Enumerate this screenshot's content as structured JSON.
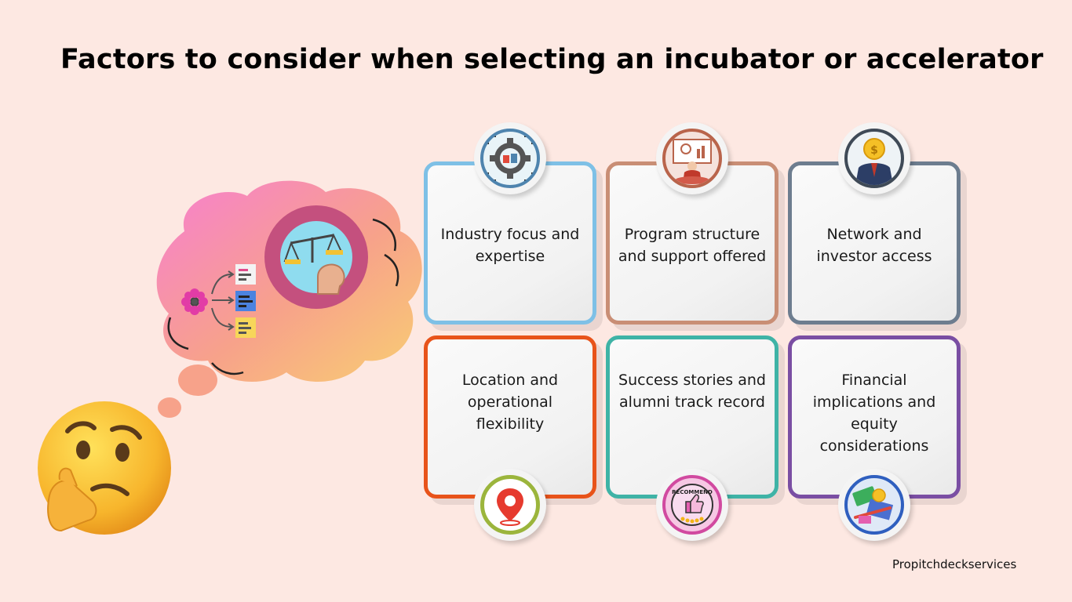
{
  "title": "Factors to consider when selecting an incubator or accelerator",
  "brand": "Propitchdeckservices",
  "cards": [
    {
      "text": "Industry focus and expertise",
      "color": "#7ec0e6",
      "icon": "gear-strategy-icon"
    },
    {
      "text": "Program structure and support offered",
      "color": "#c98e75",
      "icon": "presenter-board-icon"
    },
    {
      "text": "Network and investor access",
      "color": "#6d7d8f",
      "icon": "investor-coin-icon"
    },
    {
      "text": "Location and operational flexibility",
      "color": "#e8531a",
      "icon": "location-pin-icon"
    },
    {
      "text": "Success stories and alumni track record",
      "color": "#3fb3a6",
      "icon": "recommend-badge-icon"
    },
    {
      "text": "Financial implications and equity considerations",
      "color": "#7a4ea3",
      "icon": "money-finance-icon"
    }
  ],
  "recommend_label": "RECOMMEND",
  "illustration": {
    "thought_cloud": "thought-cloud-icon",
    "decision_icon": "scales-head-icon",
    "thinking_face": "thinking-face-emoji"
  }
}
